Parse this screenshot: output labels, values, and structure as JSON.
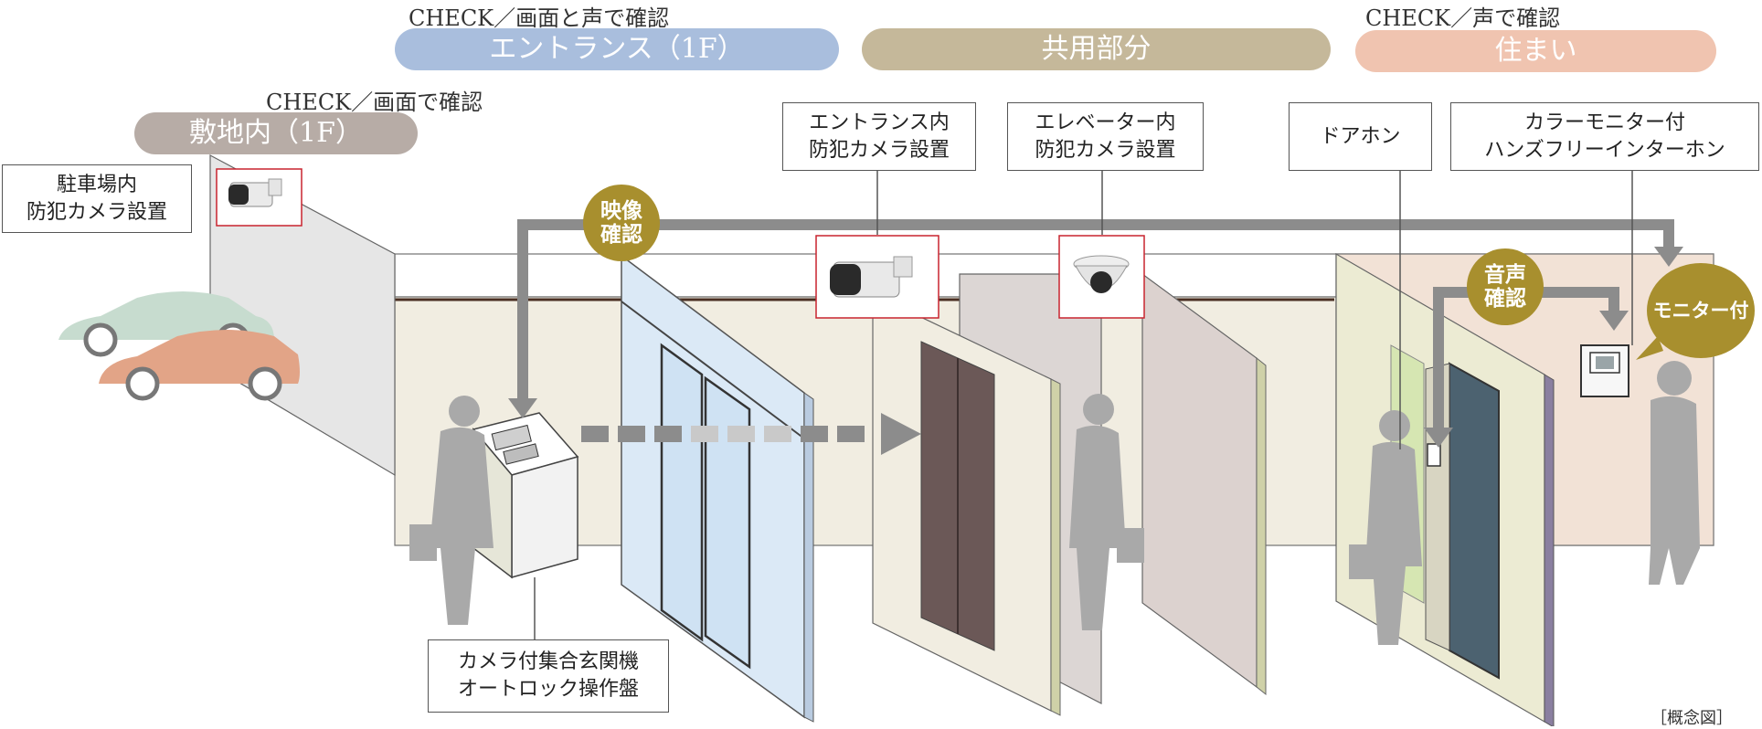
{
  "header": {
    "check_entrance": "CHECK／画面と声で確認",
    "check_site": "CHECK／画面で確認",
    "check_home": "CHECK／声で確認",
    "zone_entrance": "エントランス（1F）",
    "zone_common": "共用部分",
    "zone_home": "住まい",
    "zone_site": "敷地内（1F）"
  },
  "labels": {
    "parking_camera": [
      "駐車場内",
      "防犯カメラ設置"
    ],
    "entrance_camera": [
      "エントランス内",
      "防犯カメラ設置"
    ],
    "elevator_camera": [
      "エレベーター内",
      "防犯カメラ設置"
    ],
    "doorphone": "ドアホン",
    "monitor_interphone": [
      "カラーモニター付",
      "ハンズフリーインターホン"
    ],
    "autolock_panel": [
      "カメラ付集合玄関機",
      "オートロック操作盤"
    ]
  },
  "badges": {
    "video_check": [
      "映像",
      "確認"
    ],
    "voice_check": [
      "音声",
      "確認"
    ],
    "monitor": "モニター付"
  },
  "note": "［概念図］",
  "colors": {
    "entrance_pill": "#a9bedd",
    "common_pill": "#c5b89a",
    "home_pill": "#f0c4b0",
    "site_pill": "#b7aca6",
    "badge_gold": "#a88f2e",
    "camera_frame": "#c8242f",
    "arrow_gray": "#8c8c8c"
  }
}
